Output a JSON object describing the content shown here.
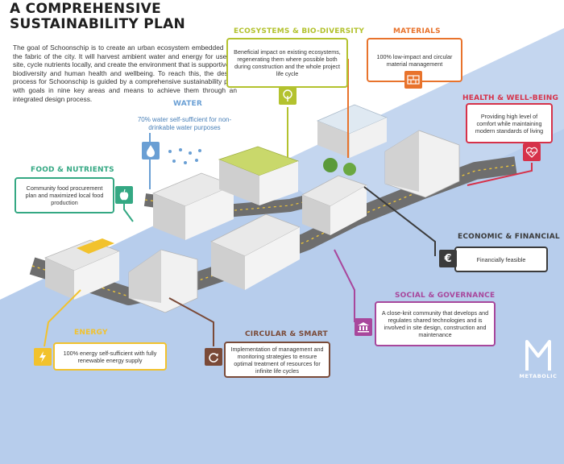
{
  "title": {
    "line1": "A COMPREHENSIVE",
    "line2": "SUSTAINABILITY PLAN"
  },
  "intro": "The goal of Schoonschip is to create an urban ecosystem embedded into the fabric of the city. It will harvest ambient water and energy for use on site, cycle nutrients locally, and create the environment that is supportive of biodiversity and human health and wellbeing. To reach this, the design process for Schoonschip is guided by a comprehensive sustainability plan with goals in nine key areas and means to achieve them through an integrated design process.",
  "categories": {
    "ecosystems": {
      "title": "ECOSYSTEMS & BIO-DIVERSITY",
      "text": "Beneficial impact on existing ecosystems, regenerating them where possible both during construction and the whole project life cycle",
      "color": "#b3c22e",
      "icon": "tree-icon"
    },
    "materials": {
      "title": "MATERIALS",
      "text": "100% low-impact and circular material management",
      "color": "#e8732c",
      "icon": "bricks-icon"
    },
    "water": {
      "title": "WATER",
      "text": "70% water self-sufficient for non-drinkable water purposes",
      "color": "#6a9fd4",
      "icon": "water-drop-icon"
    },
    "health": {
      "title": "HEALTH & WELL-BEING",
      "text": "Providing high level of comfort while maintaining modern standards of living",
      "color": "#d6324a",
      "icon": "heart-pulse-icon"
    },
    "food": {
      "title": "FOOD & NUTRIENTS",
      "text": "Community food procurement plan and maximized local food production",
      "color": "#34a883",
      "icon": "apple-icon"
    },
    "economic": {
      "title": "ECONOMIC & FINANCIAL",
      "text": "Financially feasible",
      "color": "#3b3b3b",
      "icon": "euro-icon"
    },
    "social": {
      "title": "SOCIAL & GOVERNANCE",
      "text": "A close-knit community that develops and regulates shared technologies and is involved in site design, construction and maintenance",
      "color": "#a8479c",
      "icon": "institution-icon"
    },
    "circular": {
      "title": "CIRCULAR & SMART",
      "text": "Implementation of management and monitoring strategies to ensure optimal treatment of resources for infinite life cycles",
      "color": "#7a4a38",
      "icon": "cycle-arrows-icon"
    },
    "energy": {
      "title": "ENERGY",
      "text": "100% energy self-sufficient with fully renewable energy supply",
      "color": "#f2c22d",
      "icon": "lightning-icon"
    }
  },
  "logo": {
    "text": "METABOLIC"
  }
}
